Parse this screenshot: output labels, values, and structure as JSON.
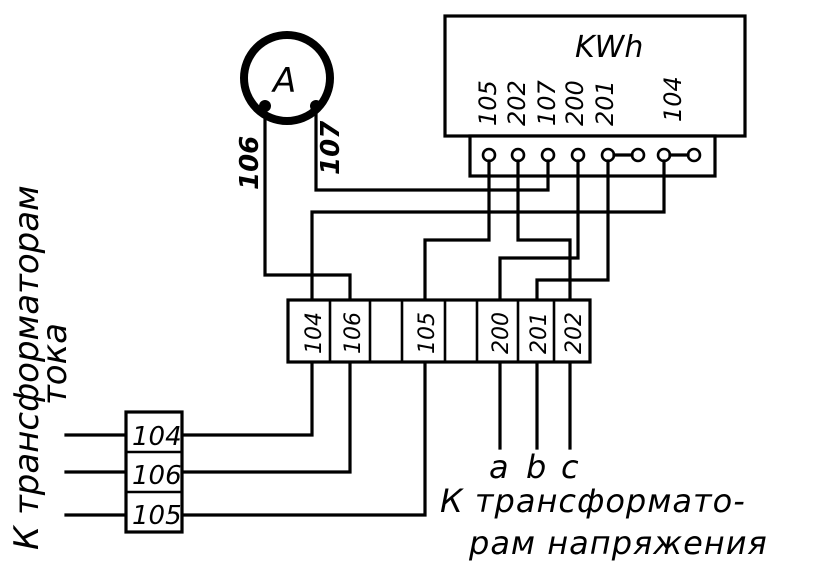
{
  "meter": {
    "title": "KWh",
    "terminals": [
      "105",
      "202",
      "107",
      "200",
      "201",
      "104"
    ]
  },
  "ammeter": {
    "label": "A",
    "wires": [
      "106",
      "107"
    ]
  },
  "terminal_block": {
    "cells": [
      "104",
      "106",
      "",
      "105",
      "",
      "200",
      "201",
      "202"
    ]
  },
  "left_block": {
    "cells": [
      "104",
      "106",
      "105"
    ]
  },
  "phases": [
    "a",
    "b",
    "c"
  ],
  "labels": {
    "current_transformers_line1": "К трансформаторам",
    "current_transformers_line2": "тока",
    "voltage_transformers_line1": "К трансформато-",
    "voltage_transformers_line2": "рам напряжения"
  }
}
